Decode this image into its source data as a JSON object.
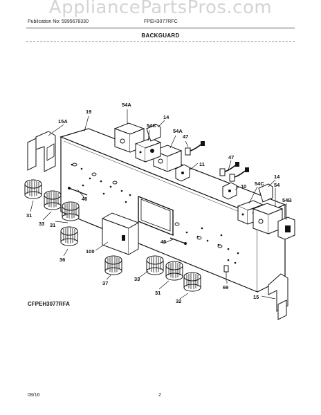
{
  "watermark": "AppliancePartsPros.com",
  "header": {
    "publication": "Publication No: 5995678330",
    "model": "FPEH3077RFC"
  },
  "title": "BACKGUARD",
  "diagram_code": "CFPEH3077RFA",
  "footer": {
    "date": "08/16",
    "page": "2"
  },
  "callouts": {
    "c19": "19",
    "c15A": "15A",
    "c54A_top": "54A",
    "c14_top": "14",
    "c54C_top": "54C",
    "c54A_mid": "54A",
    "c47_top": "47",
    "c11": "11",
    "c47_right": "47",
    "c10": "10",
    "c54C_right": "54C",
    "c14_right": "14",
    "c54": "54",
    "c54B": "54B",
    "c46_left": "46",
    "c31_a": "31",
    "c33_a": "33",
    "c31_b": "31",
    "c36": "36",
    "c100": "100",
    "c46_mid": "46",
    "c37": "37",
    "c33_b": "33",
    "c31_c": "31",
    "c32": "32",
    "c69": "69",
    "c15": "15"
  }
}
